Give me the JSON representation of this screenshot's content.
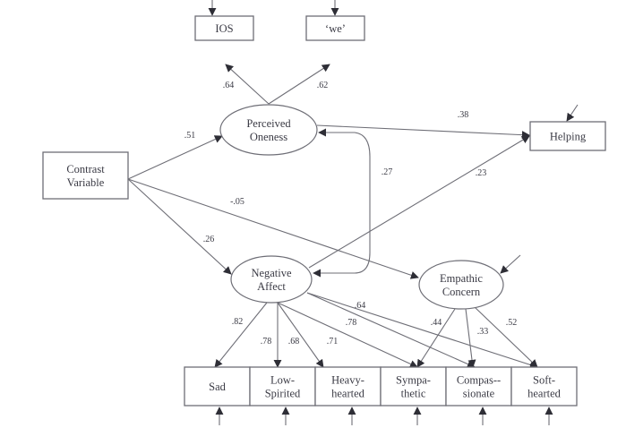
{
  "diagram": {
    "type": "structural-equation-model",
    "nodes": {
      "ios": {
        "label": [
          "IOS"
        ],
        "shape": "rect"
      },
      "we": {
        "label": [
          "‘we’"
        ],
        "shape": "rect"
      },
      "perceived_oneness": {
        "label": [
          "Perceived",
          "Oneness"
        ],
        "shape": "ellipse"
      },
      "contrast": {
        "label": [
          "Contrast",
          "Variable"
        ],
        "shape": "rect"
      },
      "helping": {
        "label": [
          "Helping"
        ],
        "shape": "rect"
      },
      "negative_affect": {
        "label": [
          "Negative",
          "Affect"
        ],
        "shape": "ellipse"
      },
      "empathic_concern": {
        "label": [
          "Empathic",
          "Concern"
        ],
        "shape": "ellipse"
      },
      "sad": {
        "label": [
          "Sad"
        ],
        "shape": "rect"
      },
      "low_spirited": {
        "label": [
          "Low-",
          "Spirited"
        ],
        "shape": "rect"
      },
      "heavy_hearted": {
        "label": [
          "Heavy-",
          "hearted"
        ],
        "shape": "rect"
      },
      "sympathetic": {
        "label": [
          "Sympa-",
          "thetic"
        ],
        "shape": "rect"
      },
      "compassionate": {
        "label": [
          "Compas--",
          "sionate"
        ],
        "shape": "rect"
      },
      "soft_hearted": {
        "label": [
          "Soft-",
          "hearted"
        ],
        "shape": "rect"
      }
    },
    "edges": [
      {
        "from": "perceived_oneness",
        "to": "ios",
        "weight": ".64"
      },
      {
        "from": "perceived_oneness",
        "to": "we",
        "weight": ".62"
      },
      {
        "from": "contrast",
        "to": "perceived_oneness",
        "weight": ".51"
      },
      {
        "from": "perceived_oneness",
        "to": "helping",
        "weight": ".38"
      },
      {
        "from": "negative_affect",
        "to": "helping",
        "weight": ".23"
      },
      {
        "from": "contrast",
        "to": "empathic_concern",
        "weight": "-.05"
      },
      {
        "from": "contrast",
        "to": "negative_affect",
        "weight": ".26"
      },
      {
        "from": "negative_affect",
        "to": "perceived_oneness",
        "weight": ".27",
        "bidirectional": true
      },
      {
        "from": "negative_affect",
        "to": "sad",
        "weight": ".82"
      },
      {
        "from": "negative_affect",
        "to": "low_spirited",
        "weight": ".78"
      },
      {
        "from": "negative_affect",
        "to": "heavy_hearted",
        "weight": ".68"
      },
      {
        "from": "negative_affect",
        "to": "sympathetic",
        "weight": ".71"
      },
      {
        "from": "negative_affect",
        "to": "compassionate",
        "weight": ".78"
      },
      {
        "from": "negative_affect",
        "to": "soft_hearted",
        "weight": ".64"
      },
      {
        "from": "empathic_concern",
        "to": "sympathetic",
        "weight": ".44"
      },
      {
        "from": "empathic_concern",
        "to": "compassionate",
        "weight": ".33"
      },
      {
        "from": "empathic_concern",
        "to": "soft_hearted",
        "weight": ".52"
      }
    ],
    "error_terms": [
      "ios",
      "we",
      "helping",
      "empathic_concern",
      "sad",
      "low_spirited",
      "heavy_hearted",
      "sympathetic",
      "compassionate",
      "soft_hearted"
    ]
  }
}
